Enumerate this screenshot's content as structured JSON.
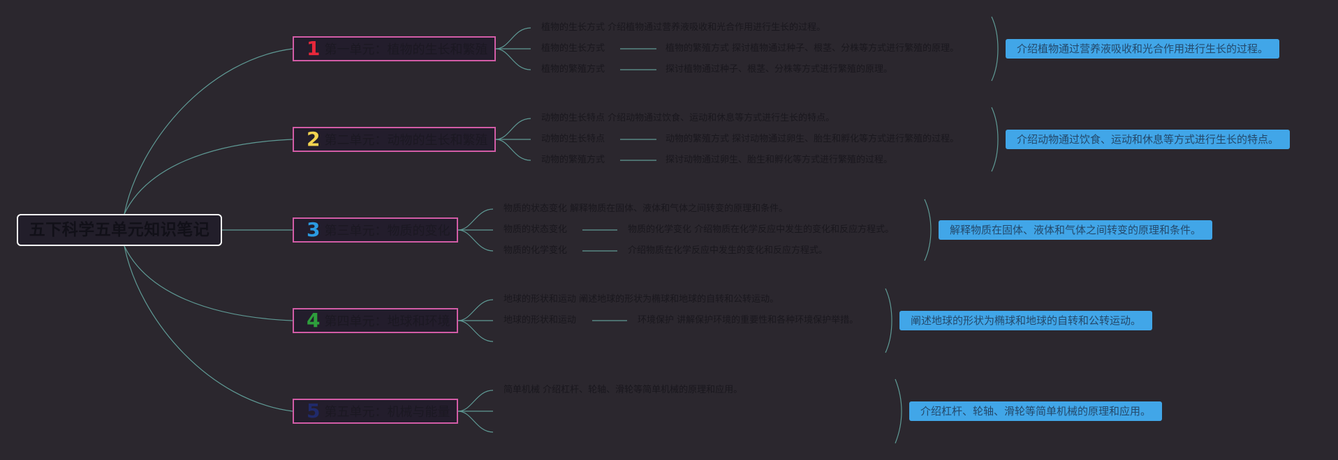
{
  "root": {
    "title": "五下科学五单元知识笔记"
  },
  "units": [
    {
      "num": "1",
      "num_color": "#e8283b",
      "title": "第一单元：植物的生长和繁殖",
      "lines": [
        "植物的生长方式 介绍植物通过营养液吸收和光合作用进行生长的过程。",
        "植物的生长方式",
        "植物的繁殖方式"
      ],
      "mid": [
        "植物的繁殖方式 探讨植物通过种子、根茎、分株等方式进行繁殖的原理。",
        "探讨植物通过种子、根茎、分株等方式进行繁殖的原理。"
      ],
      "note": "介绍植物通过营养液吸收和光合作用进行生长的过程。"
    },
    {
      "num": "2",
      "num_color": "#f3d350",
      "title": "第二单元：动物的生长和繁殖",
      "lines": [
        "动物的生长特点 介绍动物通过饮食、运动和休息等方式进行生长的特点。",
        "动物的生长特点",
        "动物的繁殖方式"
      ],
      "mid": [
        "动物的繁殖方式 探讨动物通过卵生、胎生和孵化等方式进行繁殖的过程。",
        "探讨动物通过卵生、胎生和孵化等方式进行繁殖的过程。"
      ],
      "note": "介绍动物通过饮食、运动和休息等方式进行生长的特点。"
    },
    {
      "num": "3",
      "num_color": "#2b9be2",
      "title": "第三单元：物质的变化",
      "lines": [
        "物质的状态变化 解释物质在固体、液体和气体之间转变的原理和条件。",
        "物质的状态变化",
        "物质的化学变化"
      ],
      "mid": [
        "物质的化学变化 介绍物质在化学反应中发生的变化和反应方程式。",
        "介绍物质在化学反应中发生的变化和反应方程式。"
      ],
      "note": "解释物质在固体、液体和气体之间转变的原理和条件。"
    },
    {
      "num": "4",
      "num_color": "#2e9e3c",
      "title": "第四单元：地球和环境",
      "lines": [
        "地球的形状和运动 阐述地球的形状为椭球和地球的自转和公转运动。",
        "地球的形状和运动",
        ""
      ],
      "mid": [
        "环境保护 讲解保护环境的重要性和各种环境保护举措。",
        ""
      ],
      "note": "阐述地球的形状为椭球和地球的自转和公转运动。"
    },
    {
      "num": "5",
      "num_color": "#202a6b",
      "title": "第五单元：机械与能量",
      "lines": [
        "简单机械 介绍杠杆、轮轴、滑轮等简单机械的原理和应用。",
        "",
        ""
      ],
      "mid": [
        "",
        ""
      ],
      "note": "介绍杠杆、轮轴、滑轮等简单机械的原理和应用。"
    }
  ]
}
